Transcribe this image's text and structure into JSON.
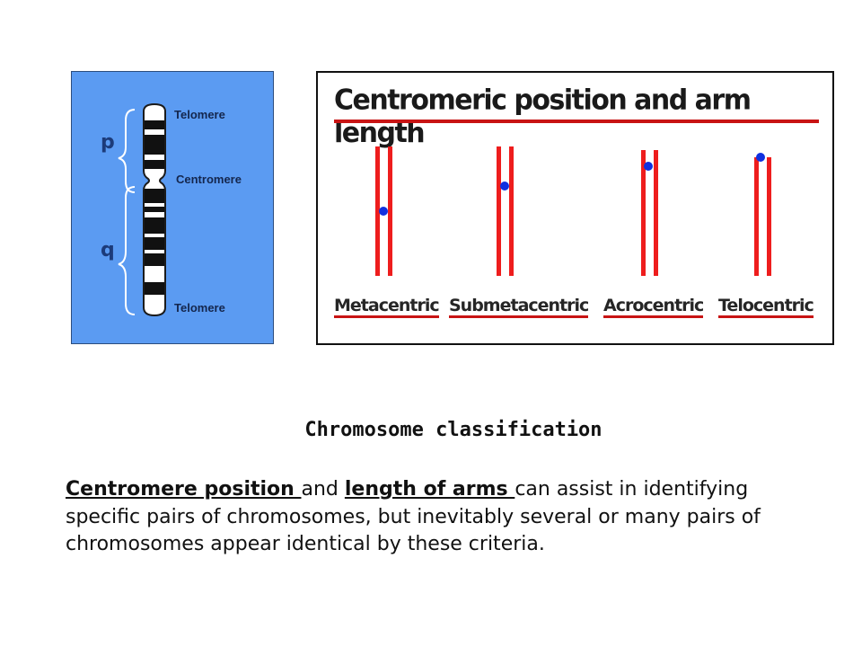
{
  "left_diagram": {
    "arm_p": "p",
    "arm_q": "q",
    "telomere_top": "Telomere",
    "centromere": "Centromere",
    "telomere_bottom": "Telomere"
  },
  "right_diagram": {
    "title": "Centromeric position and arm length",
    "types": [
      "Metacentric",
      "Submetacentric",
      "Acrocentric",
      "Telocentric"
    ],
    "chromatid_color": "#ee1d1d",
    "centromere_color": "#1030e0"
  },
  "section_heading": "Chromosome classification",
  "body": {
    "term1": "Centromere position ",
    "joiner1": "and ",
    "term2": "length of arms ",
    "rest": "can assist in identifying specific pairs of chromosomes, but inevitably several or many pairs of chromosomes appear identical by these criteria."
  }
}
